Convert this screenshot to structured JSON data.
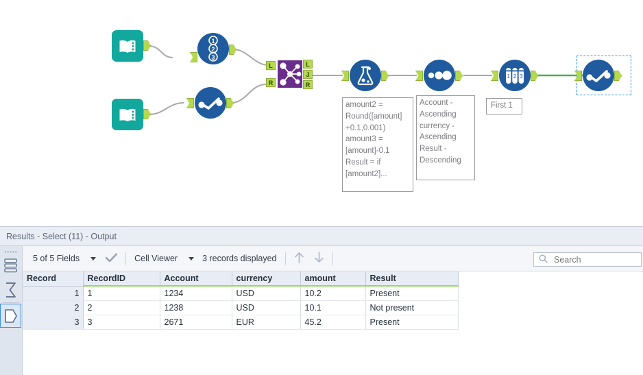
{
  "canvas": {
    "tools": [
      {
        "id": "input-data-1",
        "name": "input-data-tool",
        "icon": "book-icon",
        "label": ""
      },
      {
        "id": "record-id-1",
        "name": "record-id-tool",
        "icon": "numbers-123-icon",
        "label": ""
      },
      {
        "id": "input-data-2",
        "name": "input-data-tool",
        "icon": "book-icon",
        "label": ""
      },
      {
        "id": "select-1",
        "name": "select-tool",
        "icon": "checkmark-icon",
        "label": ""
      },
      {
        "id": "join-1",
        "name": "join-tool",
        "icon": "join-nodes-icon",
        "label": ""
      },
      {
        "id": "formula-1",
        "name": "formula-tool",
        "icon": "flask-icon",
        "label": ""
      },
      {
        "id": "sort-1",
        "name": "sort-tool",
        "icon": "circles-icon",
        "label": ""
      },
      {
        "id": "sample-1",
        "name": "sample-tool",
        "icon": "test-tubes-icon",
        "label": ""
      },
      {
        "id": "select-2",
        "name": "select-tool-selected",
        "icon": "checkmark-icon",
        "label": ""
      }
    ],
    "join_anchors": {
      "in_left": "L",
      "in_right": "R",
      "out_left": "L",
      "out_join": "J",
      "out_right": "R"
    },
    "annotations": {
      "formula": "amount2 =\nRound([amount]\n+0.1,0.001)\namount3 =\n[amount]-0.1\nResult = if\n[amount2]...",
      "sort": "Account   -\nAscending\ncurrency -\nAscending\nResult -\nDescending",
      "sample": "First 1"
    },
    "colors": {
      "input_tool": "#12a89d",
      "blue_tool": "#1f5b9e",
      "join_tool": "#6b2d8c",
      "anchor": "#b5d94c",
      "wire": "#a8a8a8",
      "wire_selected": "#4caf50",
      "selection_border": "#2196f3"
    }
  },
  "results": {
    "title": "Results - Select (11) - Output",
    "rail": {
      "grip": "grip-dots-icon",
      "buttons": [
        {
          "name": "layers-icon",
          "active": false
        },
        {
          "name": "sigma-icon",
          "active": false
        },
        {
          "name": "hexagon-icon",
          "active": true
        }
      ]
    },
    "toolbar": {
      "fields_label": "5 of 5 Fields",
      "check_icon": "checkmark-icon",
      "view_mode": "Cell Viewer",
      "records_displayed": "3 records displayed",
      "up_icon": "arrow-up-icon",
      "down_icon": "arrow-down-icon"
    },
    "search": {
      "placeholder": "Search",
      "value": "",
      "icon": "search-icon"
    },
    "table": {
      "columns": [
        "Record",
        "RecordID",
        "Account",
        "currency",
        "amount",
        "Result"
      ],
      "rows": [
        {
          "Record": "1",
          "RecordID": "1",
          "Account": "1234",
          "currency": "USD",
          "amount": "10.2",
          "Result": "Present"
        },
        {
          "Record": "2",
          "RecordID": "2",
          "Account": "1238",
          "currency": "USD",
          "amount": "10.1",
          "Result": "Not present"
        },
        {
          "Record": "3",
          "RecordID": "3",
          "Account": "2671",
          "currency": "EUR",
          "amount": "45.2",
          "Result": "Present"
        }
      ]
    }
  }
}
